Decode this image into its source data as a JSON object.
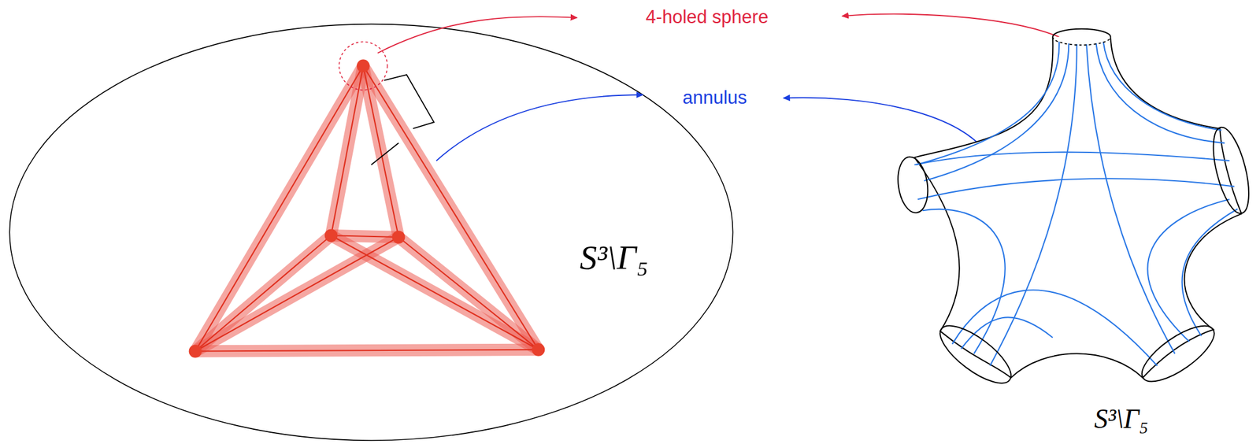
{
  "diagram": {
    "labels": [
      "4-holed sphere",
      "annulus",
      "S³\\Γ₅",
      "S³\\Γ₅"
    ]
  }
}
